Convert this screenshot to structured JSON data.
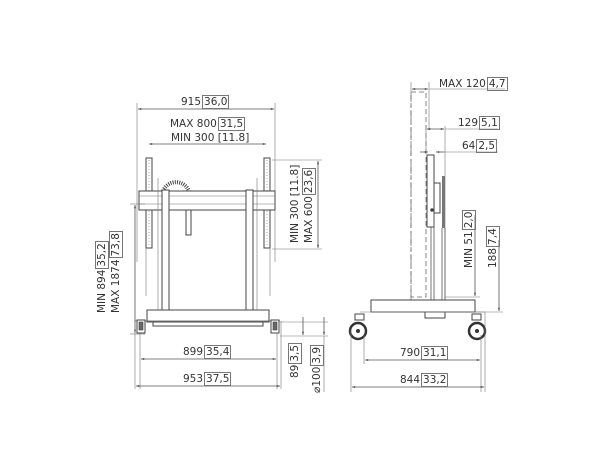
{
  "front_view": {
    "overall_width": {
      "value": "915",
      "inch": "36,0"
    },
    "vesa_max": {
      "label": "MAX 800",
      "inch": "31,5"
    },
    "vesa_min": {
      "label": "MIN 300",
      "inch": "[11.8]"
    },
    "vertical_vesa_min": {
      "label": "MIN 300",
      "inch": "[11.8]"
    },
    "vertical_vesa_max": {
      "label": "MAX 600",
      "inch": "23,6"
    },
    "height_min": {
      "label": "MIN 894",
      "inch": "35,2"
    },
    "height_max": {
      "label": "MAX 1874",
      "inch": "73,8"
    },
    "base_inner_width": {
      "value": "899",
      "inch": "35,4"
    },
    "base_outer_width": {
      "value": "953",
      "inch": "37,5"
    },
    "base_height": {
      "value": "89",
      "inch": "3,5"
    },
    "wheel_diameter": {
      "value": "⌀100",
      "inch": "3,9"
    }
  },
  "side_view": {
    "max_depth": {
      "label": "MAX 120",
      "inch": "4,7"
    },
    "depth_129": {
      "value": "129",
      "inch": "5,1"
    },
    "depth_64": {
      "value": "64",
      "inch": "2,5"
    },
    "min_51": {
      "label": "MIN 51",
      "inch": "2,0"
    },
    "height_188": {
      "value": "188",
      "inch": "7,4"
    },
    "wheelbase": {
      "value": "790",
      "inch": "31,1"
    },
    "overall_depth": {
      "value": "844",
      "inch": "33,2"
    }
  }
}
